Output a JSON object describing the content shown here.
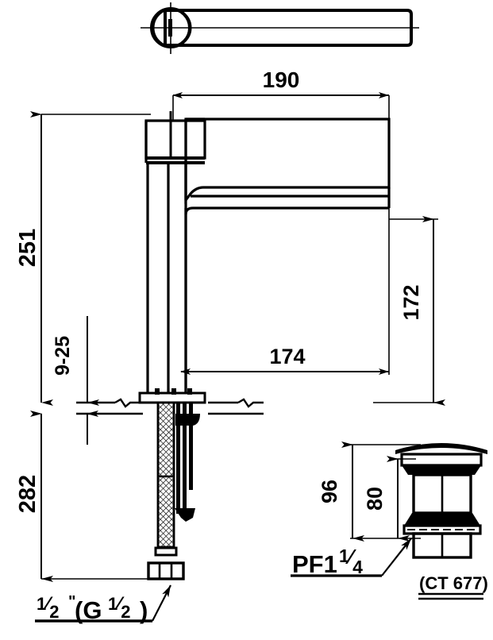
{
  "drawing": {
    "title": "Single lever basin faucet dimensional drawing",
    "units": "mm",
    "line_color": "#000000",
    "background_color": "#ffffff"
  },
  "dimensions": {
    "spout_reach_top": "190",
    "total_height": "251",
    "deck_thickness_range": "9-25",
    "spout_height": "172",
    "spout_reach": "174",
    "supply_hose_length": "282",
    "drain_total": "96",
    "drain_upper": "80"
  },
  "labels": {
    "inlet_thread": "½\"(G½)",
    "drain_thread": "PF1",
    "drain_thread_fraction_num": "1",
    "drain_thread_fraction_den": "4",
    "drain_model_code": "(CT 677)"
  },
  "fraction_parts": {
    "inlet_half_num": "1",
    "inlet_half_den": "2",
    "inlet_inch_mark": "\"",
    "inlet_open_paren": "(G",
    "inlet_g_half_num": "1",
    "inlet_g_half_den": "2",
    "inlet_close_paren": ")"
  },
  "views": {
    "top_view_name": "handle-top-view",
    "front_view_name": "faucet-front-elevation",
    "detail_view_name": "pop-up-drain-detail"
  }
}
